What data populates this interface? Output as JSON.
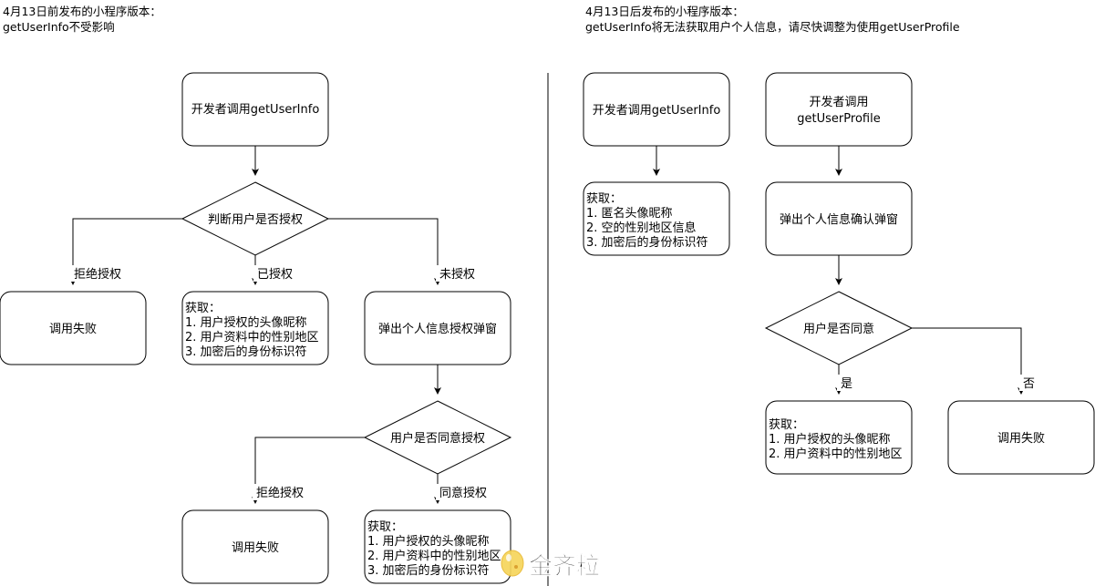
{
  "left": {
    "header": [
      "4月13日前发布的小程序版本：",
      "getUserInfo不受影响"
    ],
    "start": "开发者调用getUserInfo",
    "decision1": "判断用户是否授权",
    "edge_reject": "拒绝授权",
    "edge_authorized": "已授权",
    "edge_unauthorized": "未授权",
    "fail": "调用失败",
    "get_authorized": [
      "获取：",
      "1. 用户授权的头像昵称",
      "2. 用户资料中的性别地区",
      "3. 加密后的身份标识符"
    ],
    "popup": "弹出个人信息授权弹窗",
    "decision2": "用户是否同意授权",
    "edge_reject2": "拒绝授权",
    "edge_agree": "同意授权",
    "fail2": "调用失败",
    "get_agreed": [
      "获取：",
      "1. 用户授权的头像昵称",
      "2. 用户资料中的性别地区",
      "3. 加密后的身份标识符"
    ]
  },
  "right": {
    "header": [
      "4月13日后发布的小程序版本：",
      "getUserInfo将无法获取用户个人信息，请尽快调整为使用getUserProfile"
    ],
    "start_a": "开发者调用getUserInfo",
    "get_anon": [
      "获取：",
      "1. 匿名头像昵称",
      "2. 空的性别地区信息",
      "3. 加密后的身份标识符"
    ],
    "start_b": [
      "开发者调用",
      "getUserProfile"
    ],
    "popup": "弹出个人信息确认弹窗",
    "decision": "用户是否同意",
    "edge_yes": "是",
    "edge_no": "否",
    "get_yes": [
      "获取：",
      "1. 用户授权的头像昵称",
      "2. 用户资料中的性别地区"
    ],
    "fail": "调用失败"
  },
  "watermark": {
    "text": "金齐粒",
    "color": "#e8281e"
  },
  "colors": {
    "stroke": "#000000",
    "fill": "#ffffff",
    "divider": "#000000"
  }
}
